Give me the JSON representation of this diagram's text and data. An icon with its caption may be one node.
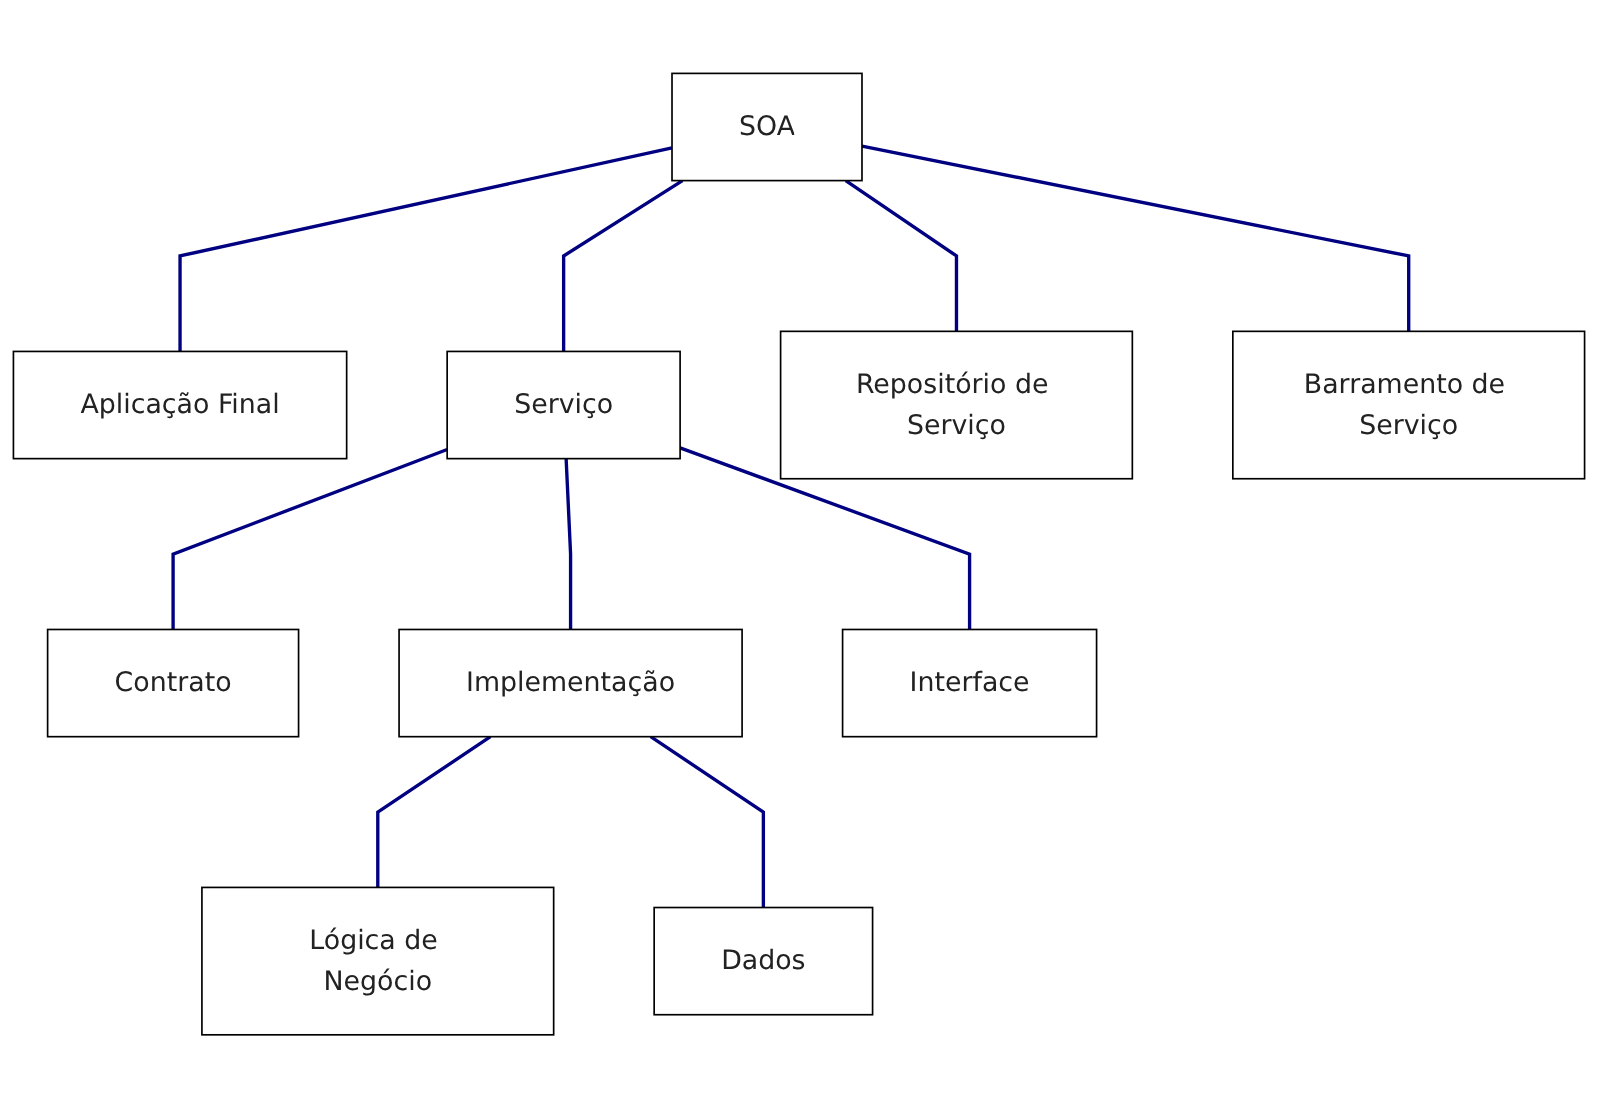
{
  "diagram": {
    "nodes": [
      {
        "text": [
          "SOA"
        ]
      },
      {
        "text": [
          "Aplicação Final"
        ]
      },
      {
        "text": [
          "Serviço"
        ]
      },
      {
        "text": [
          "Repositório de Serviço"
        ]
      },
      {
        "text": [
          "Barramento de Serviço"
        ]
      },
      {
        "text": [
          "Contrato"
        ]
      },
      {
        "text": [
          "Implementação"
        ]
      },
      {
        "text": [
          "Interface"
        ]
      },
      {
        "text": [
          "Lógica de Negócio"
        ]
      },
      {
        "text": [
          "Dados"
        ]
      }
    ],
    "edges": [
      {
        "from": 0,
        "to": 1,
        "arrow": "none"
      },
      {
        "from": 0,
        "to": 2,
        "arrow": "none"
      },
      {
        "from": 0,
        "to": 3,
        "arrow": "none"
      },
      {
        "from": 0,
        "to": 4,
        "arrow": "none"
      },
      {
        "from": 2,
        "to": 5,
        "arrow": "none"
      },
      {
        "from": 2,
        "to": 6,
        "arrow": "none"
      },
      {
        "from": 2,
        "to": 7,
        "arrow": "none"
      },
      {
        "from": 6,
        "to": 8,
        "arrow": "none"
      },
      {
        "from": 6,
        "to": 9,
        "arrow": "none"
      }
    ]
  }
}
